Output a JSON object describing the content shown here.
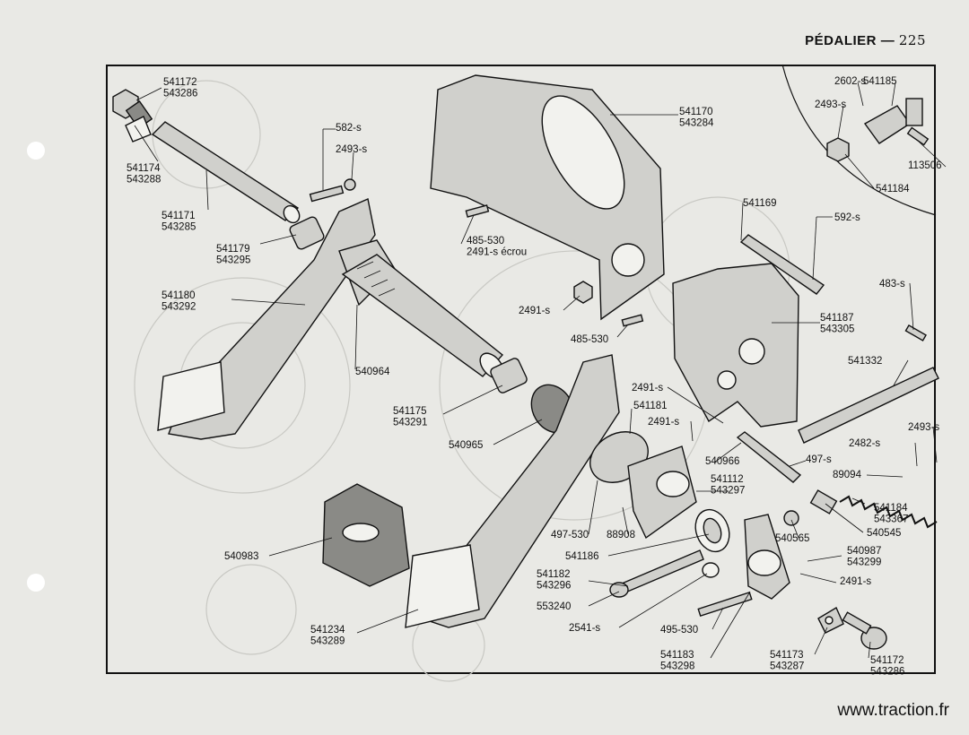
{
  "header": {
    "title": "PÉDALIER",
    "dash": "—",
    "page_number": "225"
  },
  "watermark": "www.traction.fr",
  "labels": [
    {
      "id": "l1",
      "lines": [
        "541172",
        "543286"
      ]
    },
    {
      "id": "l2",
      "lines": [
        "541174",
        "543288"
      ]
    },
    {
      "id": "l3",
      "lines": [
        "541171",
        "543285"
      ]
    },
    {
      "id": "l4",
      "lines": [
        "582-s"
      ]
    },
    {
      "id": "l5",
      "lines": [
        "2493-s"
      ]
    },
    {
      "id": "l6",
      "lines": [
        "541179",
        "543295"
      ]
    },
    {
      "id": "l7",
      "lines": [
        "541180",
        "543292"
      ]
    },
    {
      "id": "l8",
      "lines": [
        "540964"
      ]
    },
    {
      "id": "l9",
      "lines": [
        "541170",
        "543284"
      ]
    },
    {
      "id": "l10",
      "lines": [
        "485-530",
        "2491-s écrou"
      ]
    },
    {
      "id": "l11",
      "lines": [
        "2491-s"
      ]
    },
    {
      "id": "l12",
      "lines": [
        "485-530"
      ]
    },
    {
      "id": "l13",
      "lines": [
        "541169"
      ]
    },
    {
      "id": "l14",
      "lines": [
        "592-s"
      ]
    },
    {
      "id": "l15",
      "lines": [
        "483-s"
      ]
    },
    {
      "id": "l16",
      "lines": [
        "541187",
        "543305"
      ]
    },
    {
      "id": "l17",
      "lines": [
        "541332"
      ]
    },
    {
      "id": "l18",
      "lines": [
        "2493-s"
      ]
    },
    {
      "id": "l19",
      "lines": [
        "2482-s"
      ]
    },
    {
      "id": "l20",
      "lines": [
        "89094"
      ]
    },
    {
      "id": "l21",
      "lines": [
        "541184",
        "543367"
      ]
    },
    {
      "id": "l22",
      "lines": [
        "540545"
      ]
    },
    {
      "id": "l23",
      "lines": [
        "540565"
      ]
    },
    {
      "id": "l24",
      "lines": [
        "540987",
        "543299"
      ]
    },
    {
      "id": "l25",
      "lines": [
        "2491-s"
      ]
    },
    {
      "id": "l26",
      "lines": [
        "541173",
        "543287"
      ]
    },
    {
      "id": "l27",
      "lines": [
        "541172",
        "543286"
      ]
    },
    {
      "id": "l28",
      "lines": [
        "541183",
        "543298"
      ]
    },
    {
      "id": "l29",
      "lines": [
        "495-530"
      ]
    },
    {
      "id": "l30",
      "lines": [
        "2541-s"
      ]
    },
    {
      "id": "l31",
      "lines": [
        "553240"
      ]
    },
    {
      "id": "l32",
      "lines": [
        "541182",
        "543296"
      ]
    },
    {
      "id": "l33",
      "lines": [
        "541186"
      ]
    },
    {
      "id": "l34",
      "lines": [
        "497-530"
      ]
    },
    {
      "id": "l35",
      "lines": [
        "88908"
      ]
    },
    {
      "id": "l36",
      "lines": [
        "541112",
        "543297"
      ]
    },
    {
      "id": "l37",
      "lines": [
        "540966"
      ]
    },
    {
      "id": "l38",
      "lines": [
        "497-s"
      ]
    },
    {
      "id": "l39",
      "lines": [
        "2491-s"
      ]
    },
    {
      "id": "l40",
      "lines": [
        "2491-s"
      ]
    },
    {
      "id": "l41",
      "lines": [
        "541181"
      ]
    },
    {
      "id": "l42",
      "lines": [
        "541175",
        "543291"
      ]
    },
    {
      "id": "l43",
      "lines": [
        "540965"
      ]
    },
    {
      "id": "l44",
      "lines": [
        "540983"
      ]
    },
    {
      "id": "l45",
      "lines": [
        "541234",
        "543289"
      ]
    },
    {
      "id": "l46",
      "lines": [
        "2602-s"
      ]
    },
    {
      "id": "l47",
      "lines": [
        "541185"
      ]
    },
    {
      "id": "l48",
      "lines": [
        "2493-s"
      ]
    },
    {
      "id": "l49",
      "lines": [
        "113506"
      ]
    },
    {
      "id": "l50",
      "lines": [
        "541184"
      ]
    }
  ]
}
